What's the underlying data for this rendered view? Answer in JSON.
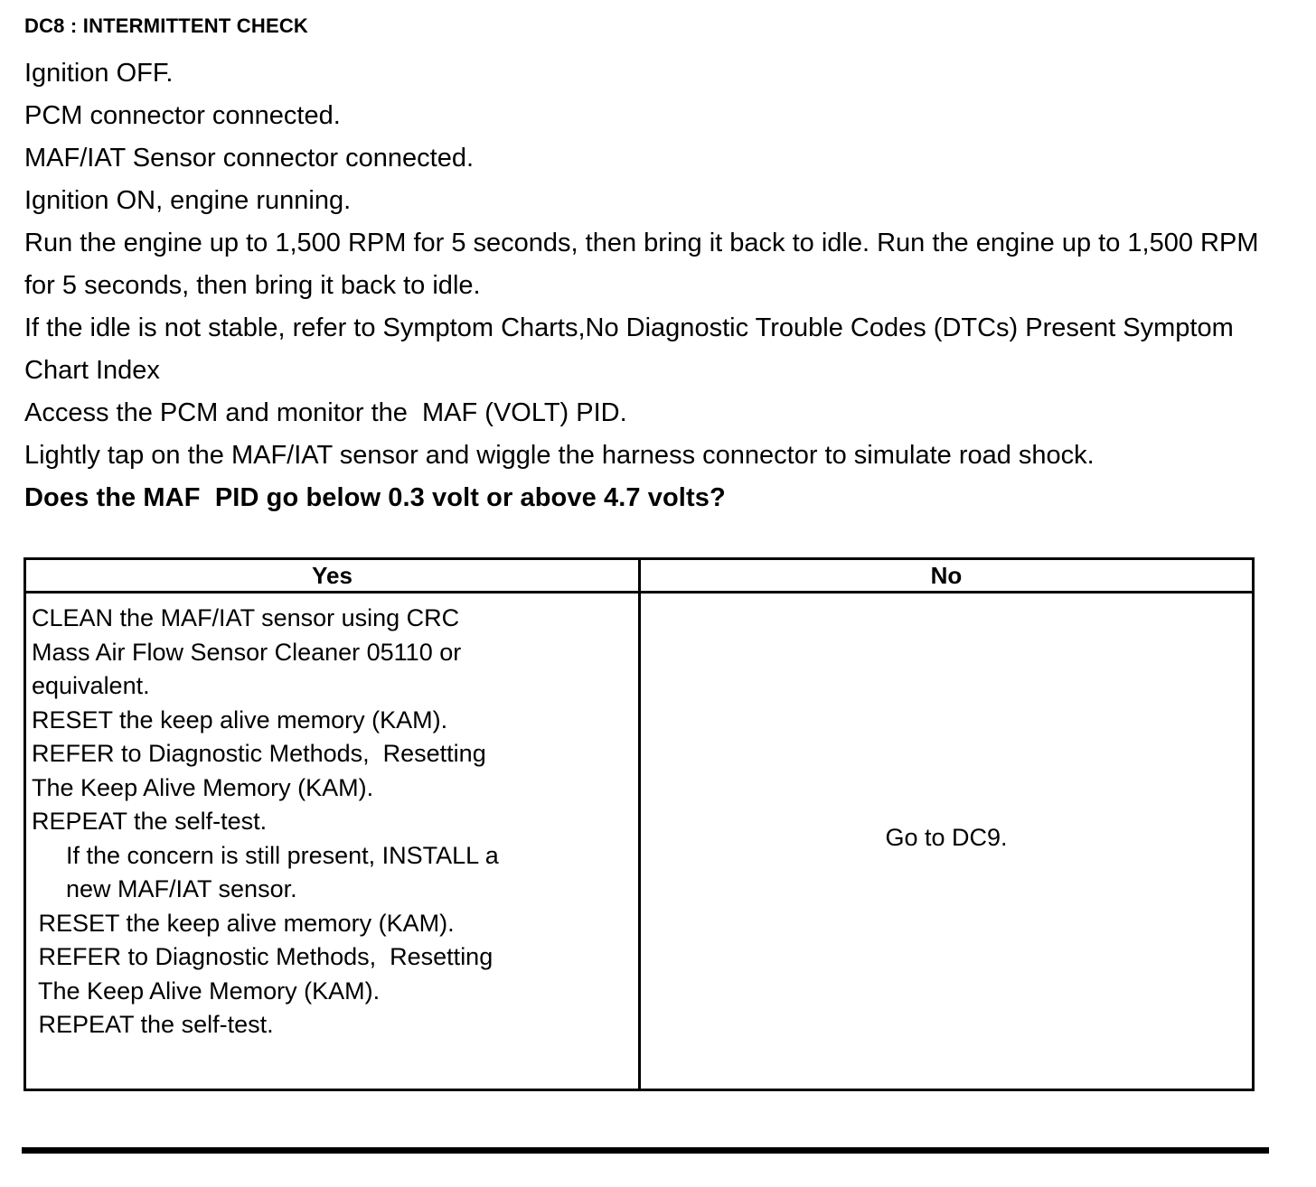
{
  "document": {
    "heading": "DC8 : INTERMITTENT CHECK",
    "steps": [
      "Ignition OFF.",
      "PCM connector connected.",
      "MAF/IAT Sensor connector connected.",
      "Ignition ON, engine running.",
      "Run the engine up to 1,500 RPM for 5 seconds, then bring it back to idle. Run the engine up to 1,500 RPM for 5 seconds, then bring it back to idle.",
      "If the idle is not stable, refer to Symptom Charts,No Diagnostic Trouble Codes (DTCs) Present  Symptom Chart Index",
      "Access the PCM and monitor the  MAF (VOLT) PID.",
      "Lightly tap on the MAF/IAT sensor and wiggle the harness connector to simulate road shock."
    ],
    "question": "Does the MAF  PID go below 0.3 volt or above 4.7 volts?"
  },
  "table": {
    "headers": {
      "yes": "Yes",
      "no": "No"
    },
    "yes_lines": [
      {
        "text": "CLEAN the MAF/IAT sensor using CRC",
        "indent": false
      },
      {
        "text": "Mass Air Flow Sensor Cleaner 05110 or",
        "indent": false
      },
      {
        "text": "equivalent.",
        "indent": false
      },
      {
        "text": "RESET the keep alive memory (KAM).",
        "indent": false
      },
      {
        "text": "REFER to Diagnostic Methods,  Resetting",
        "indent": false
      },
      {
        "text": "The Keep Alive Memory (KAM).",
        "indent": false
      },
      {
        "text": "REPEAT the self-test.",
        "indent": false
      },
      {
        "text": "If the concern is still present, INSTALL a",
        "indent": true
      },
      {
        "text": "new MAF/IAT sensor.",
        "indent": true
      },
      {
        "text": " RESET the keep alive memory (KAM).",
        "indent": false
      },
      {
        "text": " REFER to Diagnostic Methods,  Resetting",
        "indent": false
      },
      {
        "text": " The Keep Alive Memory (KAM).",
        "indent": false
      },
      {
        "text": " REPEAT the self-test.",
        "indent": false
      }
    ],
    "no_text": "Go to DC9."
  },
  "colors": {
    "text": "#000000",
    "background": "#ffffff",
    "rule": "#000000"
  }
}
